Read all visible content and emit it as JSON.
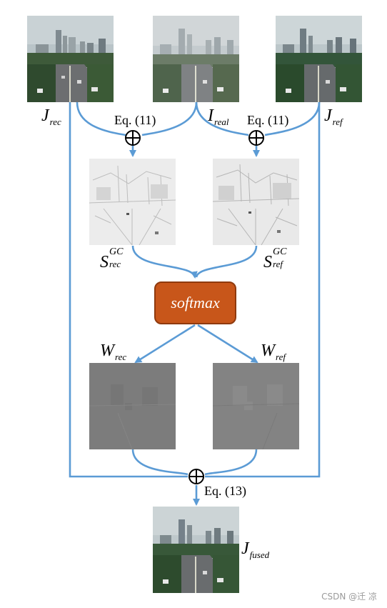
{
  "images": {
    "j_rec": {
      "kind": "city-photo"
    },
    "i_real": {
      "kind": "city-photo-hazy"
    },
    "j_ref": {
      "kind": "city-photo"
    },
    "s_rec": {
      "kind": "grayscale-sketch"
    },
    "s_ref": {
      "kind": "grayscale-sketch"
    },
    "w_rec": {
      "kind": "gray-weight-map"
    },
    "w_ref": {
      "kind": "gray-weight-map"
    },
    "j_fused": {
      "kind": "city-photo"
    }
  },
  "labels": {
    "j_rec": {
      "main": "J",
      "sub": "rec"
    },
    "i_real": {
      "main": "I",
      "sub": "real"
    },
    "j_ref": {
      "main": "J",
      "sub": "ref"
    },
    "s_rec": {
      "main": "S",
      "sup": "GC",
      "sub": "rec"
    },
    "s_ref": {
      "main": "S",
      "sup": "GC",
      "sub": "ref"
    },
    "w_rec": {
      "main": "W",
      "sub": "rec"
    },
    "w_ref": {
      "main": "W",
      "sub": "ref"
    },
    "j_fused": {
      "main": "J",
      "sub": "fused"
    }
  },
  "equations": {
    "eq_left": "Eq. (11)",
    "eq_right": "Eq. (11)",
    "eq_bottom": "Eq. (13)"
  },
  "softmax_label": "softmax",
  "plus_symbol": "⊕",
  "colors": {
    "arrow": "#5b9bd5",
    "softmax_fill": "#c8561a",
    "softmax_border": "#8f3a0e"
  },
  "watermark": "CSDN @迁 凉"
}
